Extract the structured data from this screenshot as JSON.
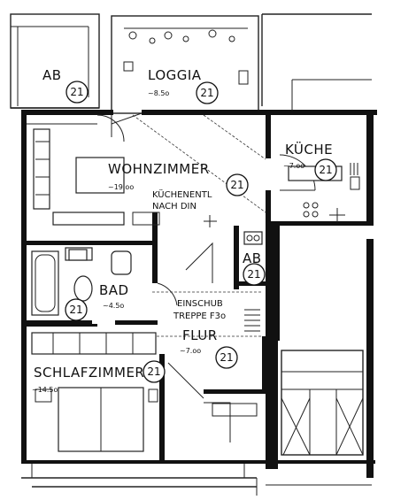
{
  "rooms": {
    "ab_top": {
      "name": "AB",
      "area": "",
      "badge": "21"
    },
    "loggia": {
      "name": "LOGGIA",
      "area": "~8.5o",
      "badge": "21"
    },
    "kueche": {
      "name": "KÜCHE",
      "area": "~7.oo",
      "badge": "21"
    },
    "wohnzimmer": {
      "name": "WOHNZIMMER",
      "area": "~19.oo",
      "badge": "21"
    },
    "ab_mid": {
      "name": "AB",
      "area": "",
      "badge": "21"
    },
    "bad": {
      "name": "BAD",
      "area": "~4.5o",
      "badge": "21"
    },
    "flur": {
      "name": "FLUR",
      "area": "~7.oo",
      "badge": "21"
    },
    "schlafzimmer": {
      "name": "SCHLAFZIMMER",
      "area": "~14.5o",
      "badge": "21"
    }
  },
  "notes": {
    "kuechenentl_line1": "KÜCHENENTL",
    "kuechenentl_line2": "NACH DIN",
    "einschub_line1": "EINSCHUB",
    "einschub_line2": "TREPPE F3o"
  }
}
